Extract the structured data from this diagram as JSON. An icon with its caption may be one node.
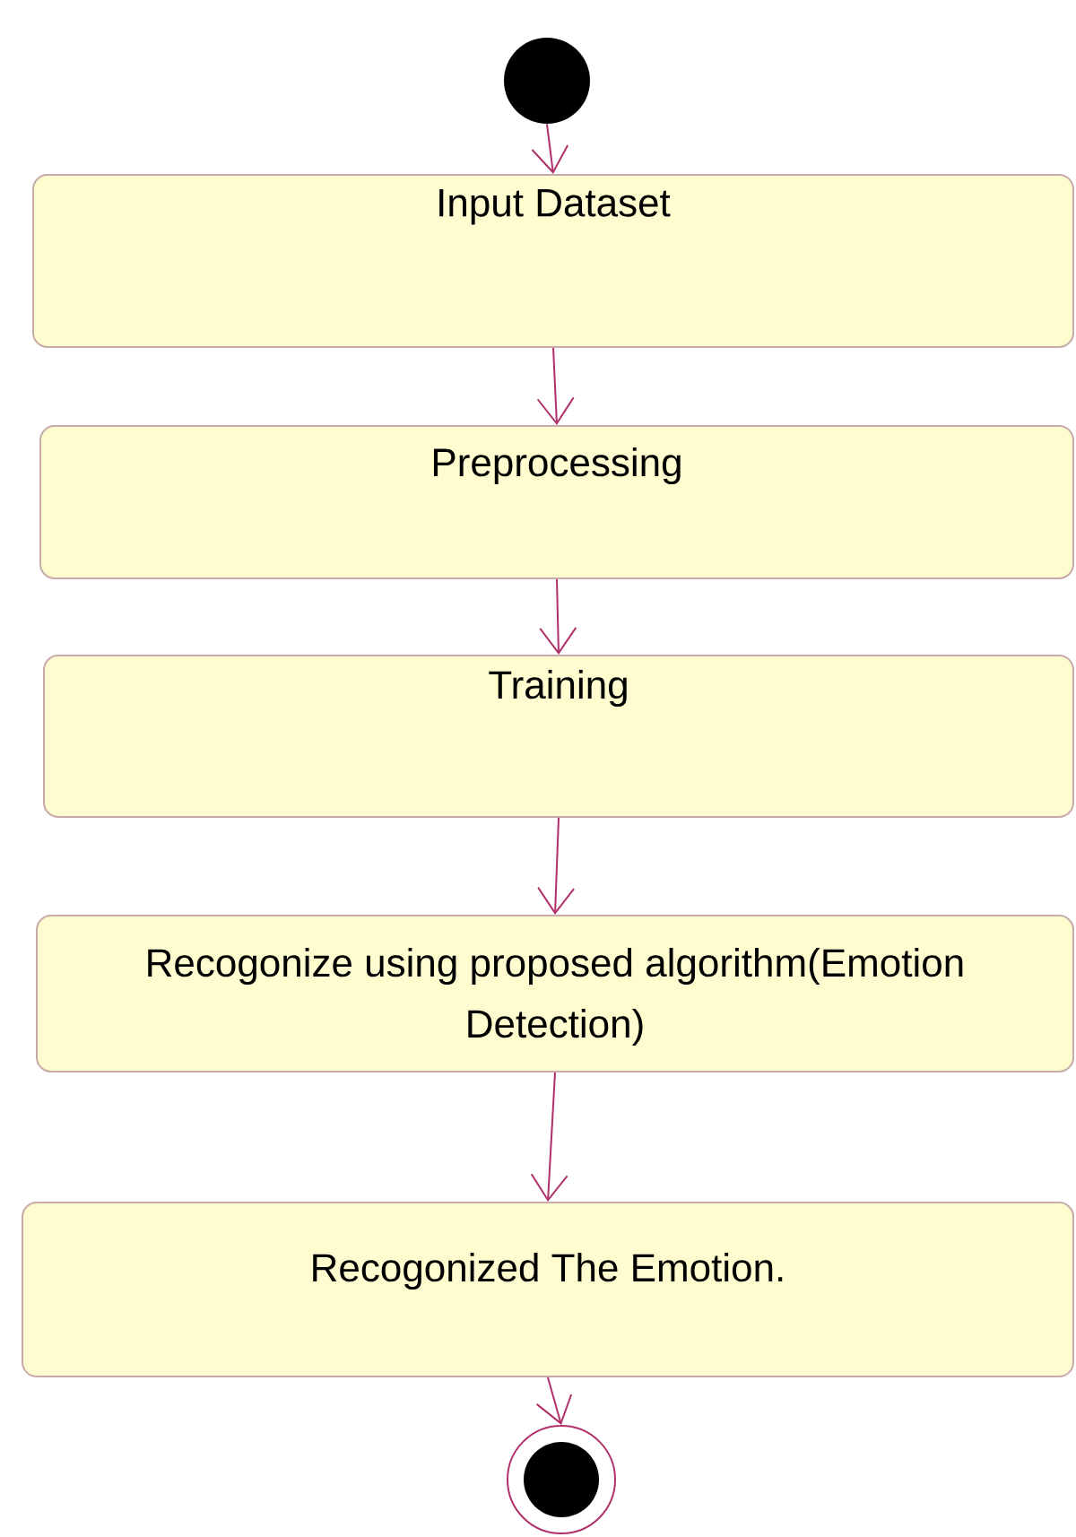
{
  "diagram": {
    "nodes": [
      {
        "text": [],
        "shape": "circle"
      },
      {
        "text": [
          "Input Dataset"
        ]
      },
      {
        "text": [
          "Preprocessing"
        ]
      },
      {
        "text": [
          "Training"
        ]
      },
      {
        "text": [
          "Recogonize using proposed algorithm(Emotion Detection)"
        ]
      },
      {
        "text": [
          "Recogonized The Emotion."
        ]
      },
      {
        "text": [],
        "shape": "circle"
      }
    ],
    "edges": [
      {
        "from": 0,
        "to": 1,
        "arrow": "to"
      },
      {
        "from": 1,
        "to": 2,
        "arrow": "to"
      },
      {
        "from": 2,
        "to": 3,
        "arrow": "to"
      },
      {
        "from": 3,
        "to": 4,
        "arrow": "to"
      },
      {
        "from": 4,
        "to": 5,
        "arrow": "to"
      },
      {
        "from": 5,
        "to": 6,
        "arrow": "to"
      }
    ]
  }
}
